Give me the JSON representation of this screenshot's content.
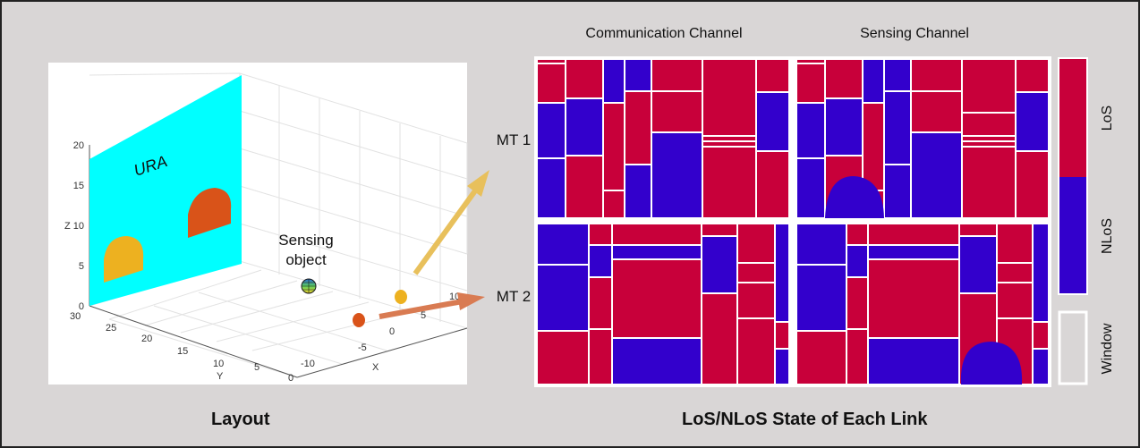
{
  "captions": {
    "layout": "Layout",
    "state": "LoS/NLoS State of Each Link"
  },
  "layout_plot": {
    "ura_label": "URA",
    "sensing_object_label": [
      "Sensing",
      "object"
    ],
    "axes": {
      "x_label": "X",
      "y_label": "Y",
      "z_label": "Z",
      "x_ticks": [
        "-10",
        "-5",
        "0",
        "5",
        "10"
      ],
      "y_ticks": [
        "30",
        "25",
        "20",
        "15",
        "10",
        "5",
        "0"
      ],
      "z_ticks": [
        "20",
        "15",
        "10",
        "5",
        "0"
      ]
    }
  },
  "grid_panel": {
    "col_titles": [
      "Communication Channel",
      "Sensing Channel"
    ],
    "row_labels": [
      "MT 1",
      "MT 2"
    ]
  },
  "legend": {
    "los_label": "LoS",
    "nlos_label": "NLoS",
    "window_label": "Window"
  },
  "colors": {
    "los": "#c8003a",
    "nlos": "#3300cc",
    "ura_wall": "#00ffff",
    "mt1_marker": "#e8ae1c",
    "mt2_marker": "#d95316",
    "arrow_mt1": "#e8c05c",
    "arrow_mt2": "#d97b52"
  }
}
